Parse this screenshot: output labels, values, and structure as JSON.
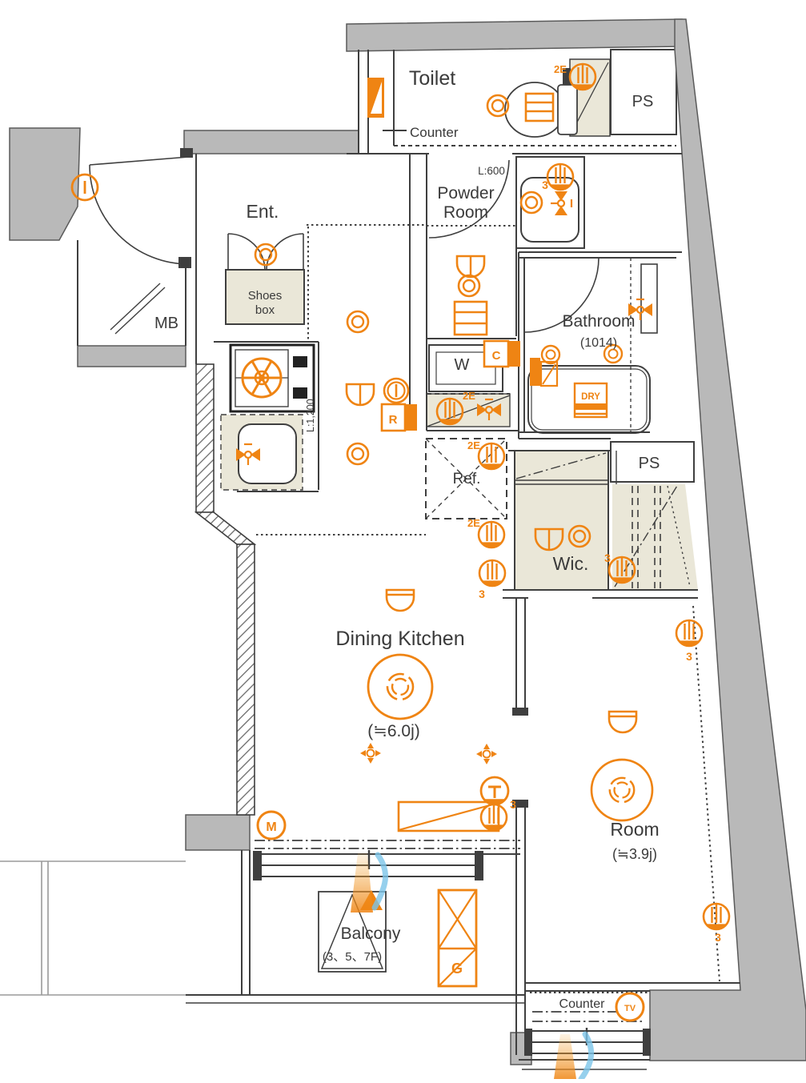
{
  "colors": {
    "accent": "#ef8413",
    "wall_gray": "#b9b9b9",
    "fixture_beige": "#eae7d8",
    "line": "#3f3f3f",
    "flame_orange": "#f2a93c",
    "flame_blue": "#7cc4e8"
  },
  "rooms": {
    "toilet": "Toilet",
    "counter": "Counter",
    "ps": "PS",
    "powder_line1": "Powder",
    "powder_line2": "Room",
    "entrance": "Ent.",
    "meter_box": "MB",
    "shoes_line1": "Shoes",
    "shoes_line2": "box",
    "bathroom": "Bathroom",
    "bathroom_size": "(1014)",
    "washer": "W",
    "fridge": "Ref.",
    "wic": "Wic.",
    "dining_kitchen": "Dining Kitchen",
    "dining_kitchen_size": "(≒6.0j)",
    "room": "Room",
    "room_size": "(≒3.9j)",
    "balcony": "Balcony",
    "balcony_floors": "(3、5、7F)",
    "counter_bottom": "Counter"
  },
  "dims": {
    "lintel_600": "L:600",
    "lintel_1200": "L:1,200"
  },
  "marks": {
    "e2": "2E",
    "n3": "3",
    "c": "C",
    "r": "R",
    "g": "G",
    "dry": "DRY",
    "m": "M",
    "tv": "TV"
  }
}
